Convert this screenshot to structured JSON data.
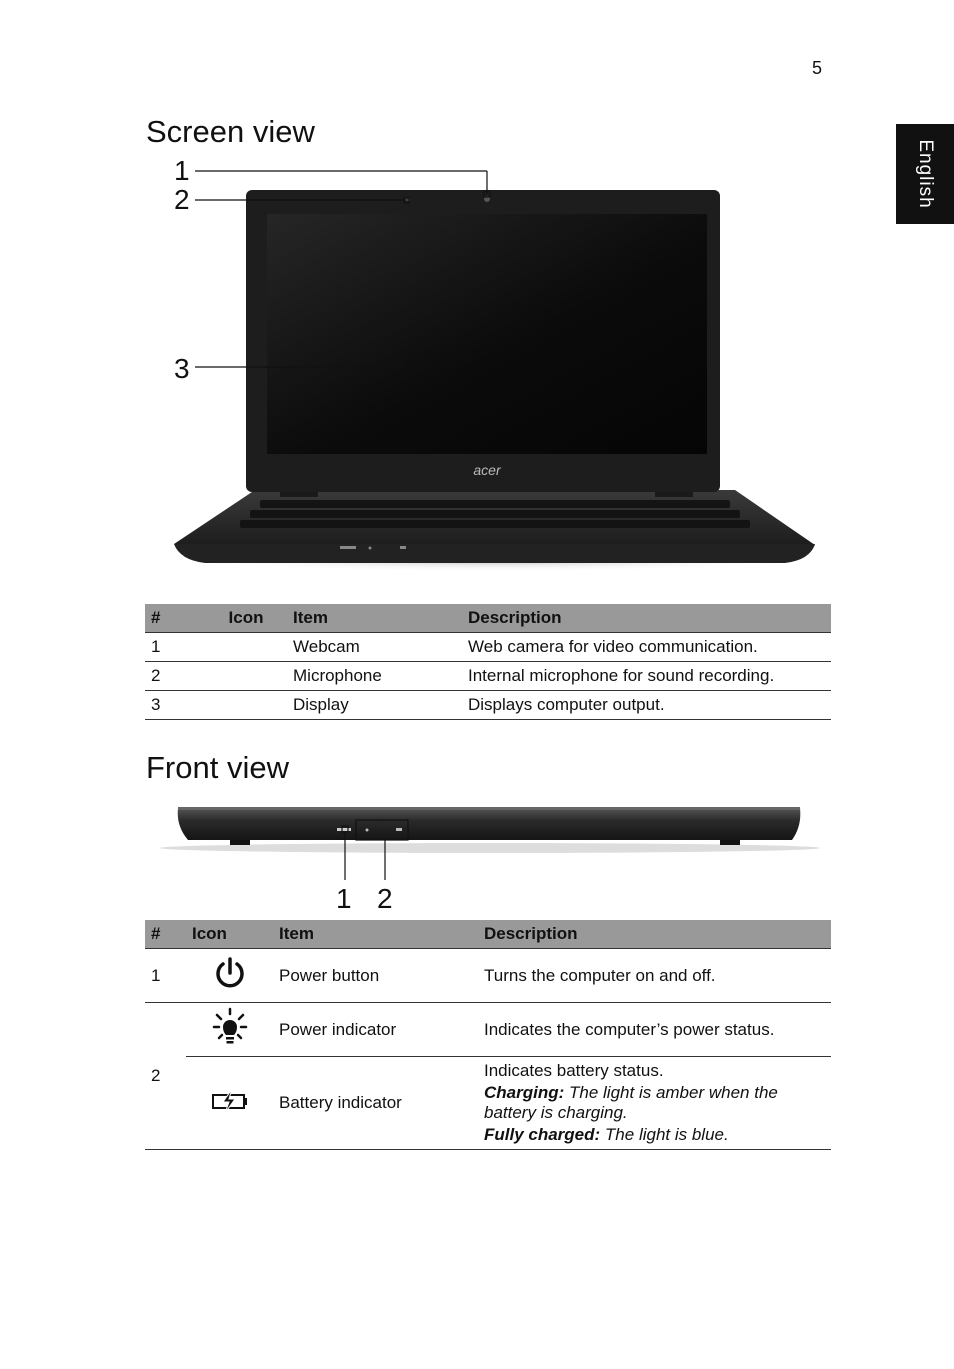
{
  "page": {
    "number": "5",
    "language_tab": "English"
  },
  "screen_view": {
    "title": "Screen view",
    "callouts": [
      "1",
      "2",
      "3"
    ],
    "brand_logo": "acer",
    "table": {
      "headers": [
        "#",
        "Icon",
        "Item",
        "Description"
      ],
      "rows": [
        {
          "num": "1",
          "item": "Webcam",
          "description": "Web camera for video communication."
        },
        {
          "num": "2",
          "item": "Microphone",
          "description": "Internal microphone for sound recording."
        },
        {
          "num": "3",
          "item": "Display",
          "description": "Displays computer output."
        }
      ]
    }
  },
  "front_view": {
    "title": "Front view",
    "callouts": [
      "1",
      "2"
    ],
    "table": {
      "headers": [
        "#",
        "Icon",
        "Item",
        "Description"
      ],
      "rows": [
        {
          "num": "1",
          "icon": "power-icon",
          "item": "Power button",
          "description": "Turns the computer on and off."
        },
        {
          "num": "2",
          "icon": "power-indicator-icon",
          "item": "Power indicator",
          "description": "Indicates the computer’s power status."
        },
        {
          "icon": "battery-charging-icon",
          "item": "Battery indicator",
          "description": "Indicates battery status.",
          "charging_label": "Charging:",
          "charging_text": "The light is amber when the battery is charging.",
          "charged_label": "Fully charged:",
          "charged_text": "The light is blue."
        }
      ]
    }
  }
}
